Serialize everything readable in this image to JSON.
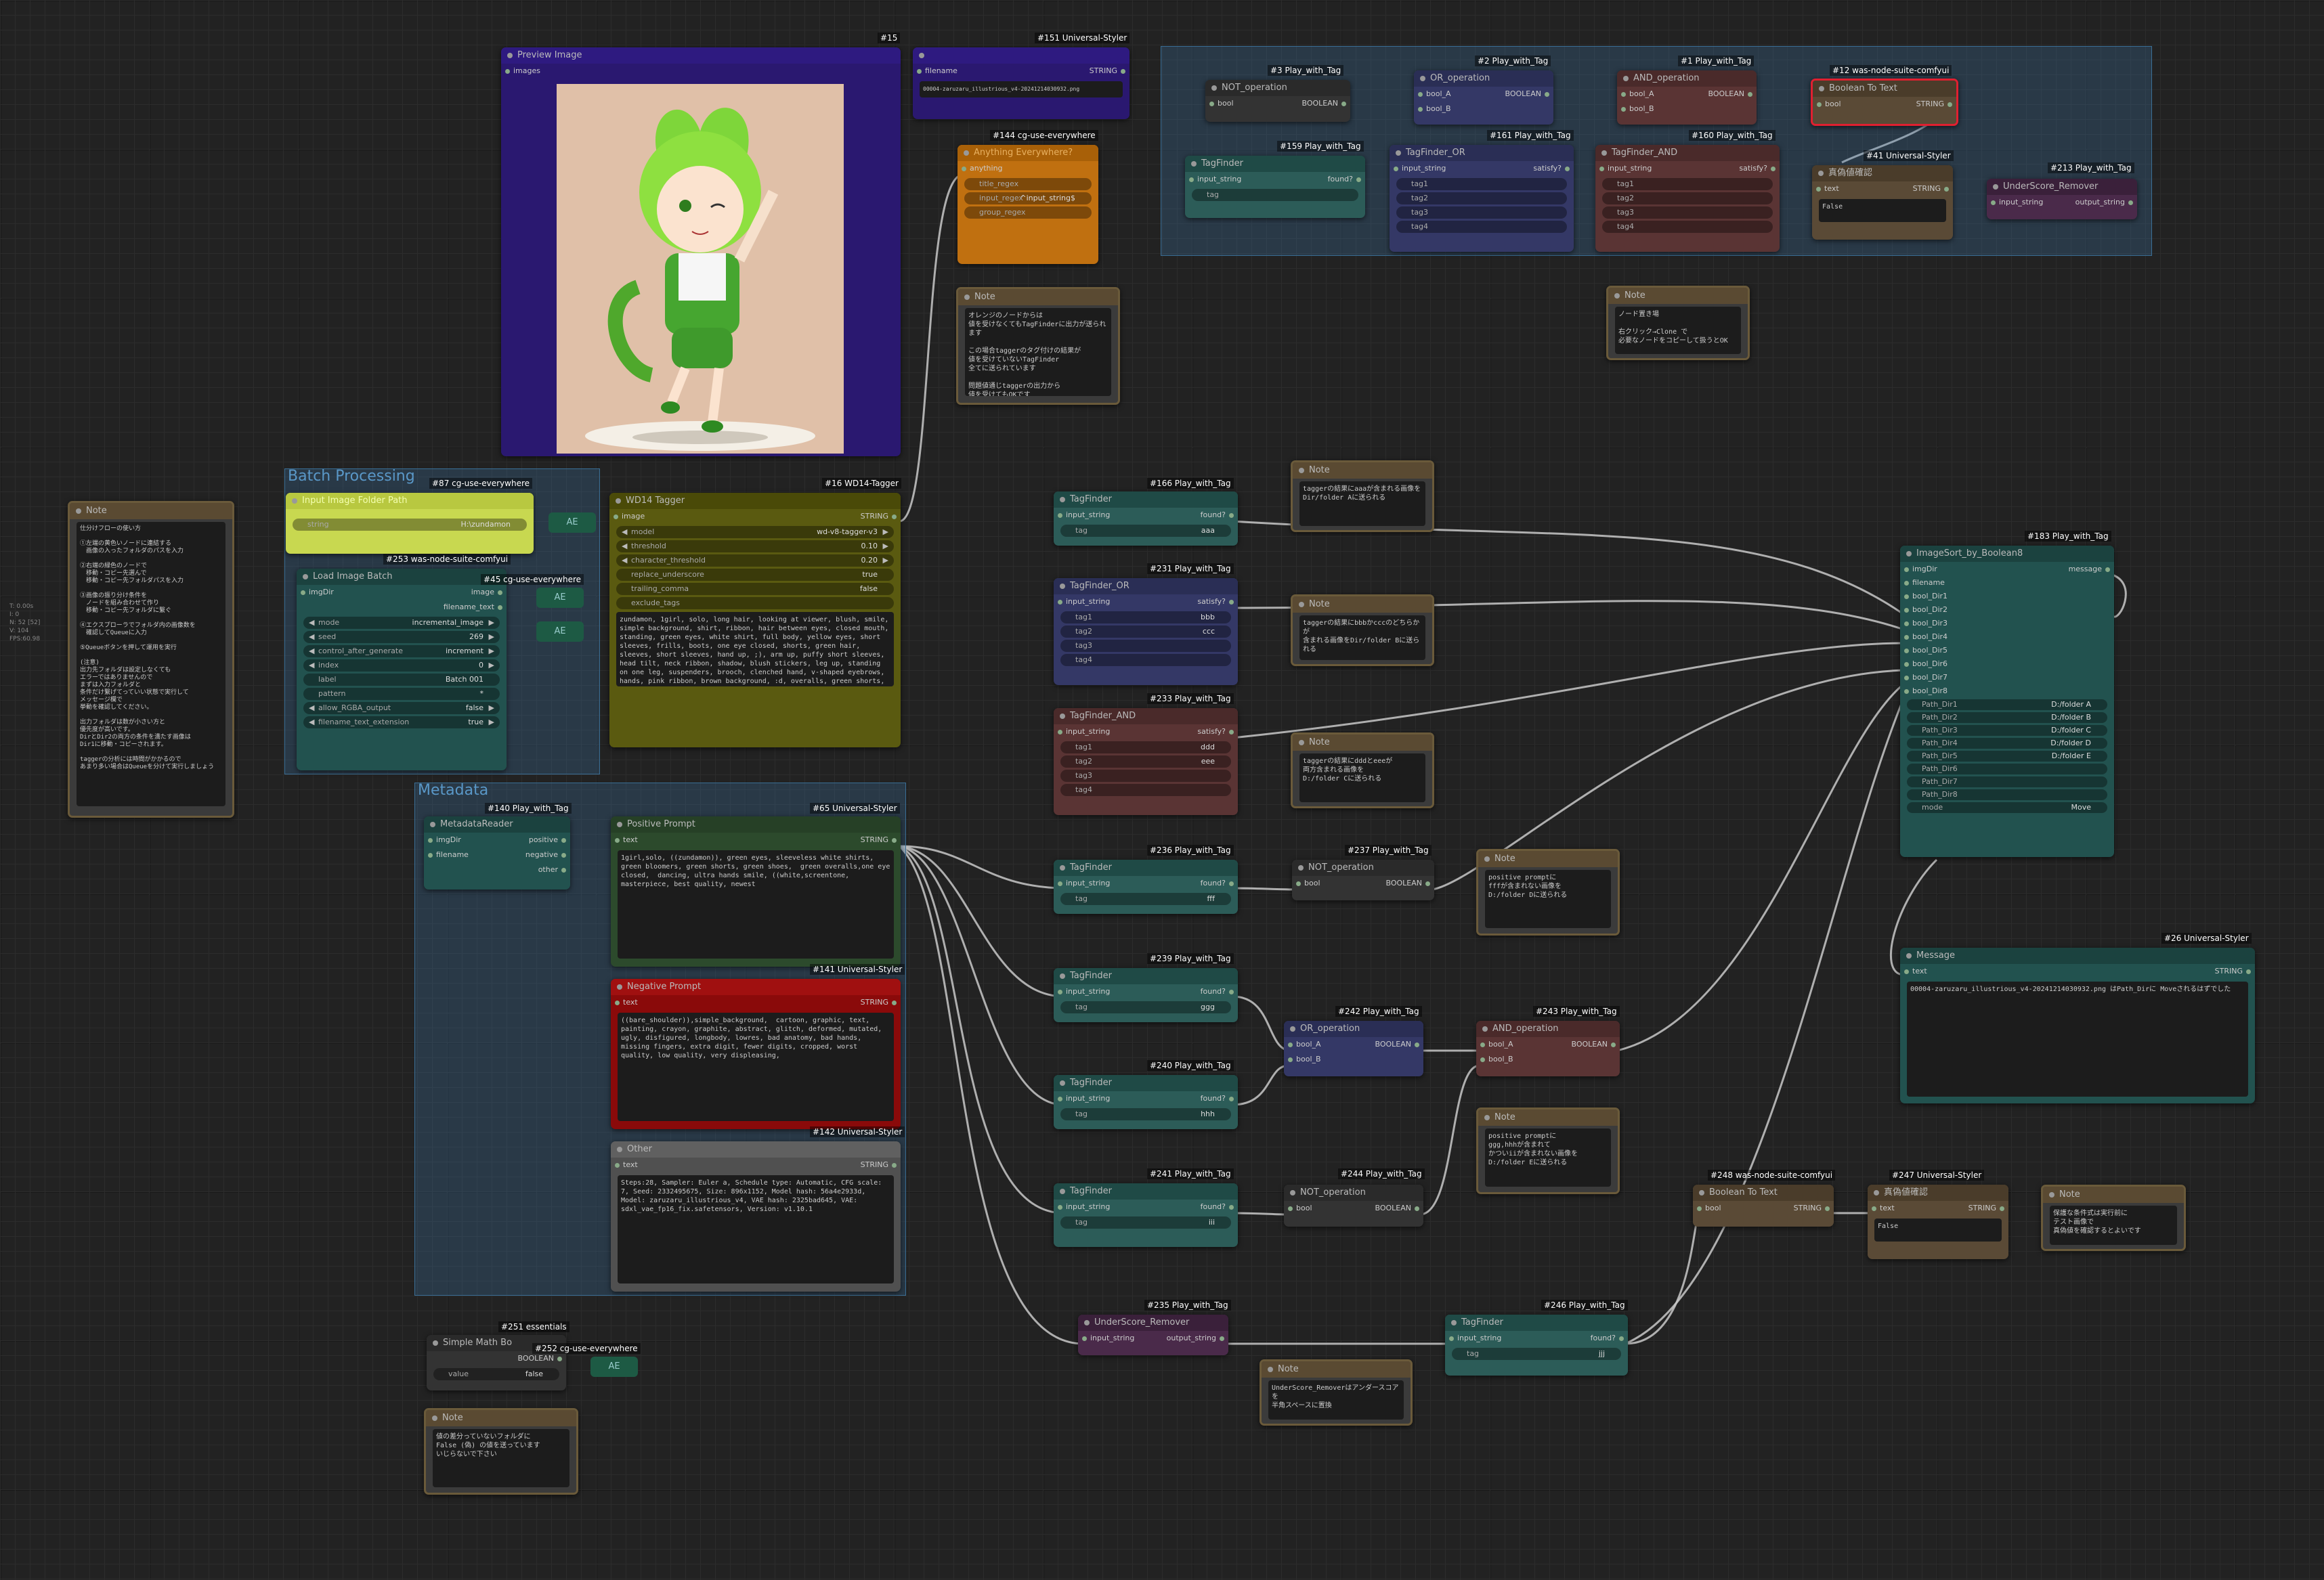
{
  "sidebar": [
    "T: 0.00s",
    "I: 0",
    "N: 52 [52]",
    "V: 104",
    "FPS:60.98"
  ],
  "groups": {
    "batch": "Batch Processing",
    "metadata": "Metadata"
  },
  "preview": {
    "title": "Preview Image",
    "badge": "#15",
    "input": "images"
  },
  "n151": {
    "badge": "#151 Universal-Styler",
    "pin": "filename",
    "type": "STRING",
    "text": "00004-zaruzaru_illustrious_v4-20241214030932.png"
  },
  "n144": {
    "badge": "#144 cg-use-everywhere",
    "title": "Anything Everywhere?",
    "in": "anything",
    "w1": "title_regex",
    "w2l": "input_regex",
    "w2v": "^input_string$",
    "w3": "group_regex"
  },
  "note_orange": {
    "title": "Note",
    "text": "オレンジのノードからは\n値を受けなくてもTagFinderに出力が送られます\n\nこの場合taggerのタグ付けの結果が\n値を受けていないTagFinder\n全てに送られています\n\n問題値通じtaggerの出力から\n値を受けてもOKです"
  },
  "n3": {
    "badge": "#3 Play_with_Tag",
    "title": "NOT_operation",
    "in": "bool",
    "out": "BOOLEAN"
  },
  "n2": {
    "badge": "#2 Play_with_Tag",
    "title": "OR_operation",
    "a": "bool_A",
    "b": "bool_B",
    "out": "BOOLEAN"
  },
  "n1": {
    "badge": "#1 Play_with_Tag",
    "title": "AND_operation",
    "a": "bool_A",
    "b": "bool_B",
    "out": "BOOLEAN"
  },
  "n12": {
    "badge": "#12 was-node-suite-comfyui",
    "title": "Boolean To Text",
    "in": "bool",
    "out": "STRING"
  },
  "n159": {
    "badge": "#159 Play_with_Tag",
    "title": "TagFinder",
    "in": "input_string",
    "out": "found?",
    "w": "tag"
  },
  "n161": {
    "badge": "#161 Play_with_Tag",
    "title": "TagFinder_OR",
    "in": "input_string",
    "out": "satisfy?",
    "tags": [
      "tag1",
      "tag2",
      "tag3",
      "tag4"
    ]
  },
  "n160": {
    "badge": "#160 Play_with_Tag",
    "title": "TagFinder_AND",
    "in": "input_string",
    "out": "satisfy?",
    "tags": [
      "tag1",
      "tag2",
      "tag3",
      "tag4"
    ]
  },
  "n41": {
    "badge": "#41 Universal-Styler",
    "title": "真偽値確認",
    "in": "text",
    "out": "STRING",
    "text": "False"
  },
  "n213": {
    "badge": "#213 Play_with_Tag",
    "title": "UnderScore_Remover",
    "in": "input_string",
    "out": "output_string"
  },
  "note_top": {
    "title": "Note",
    "text": "ノード置き場\n\n右クリック→Clone で\n必要なノードをコピーして扱うとOK"
  },
  "n87": {
    "badge": "#87 cg-use-everywhere",
    "title": "Input Image Folder Path",
    "wl": "string",
    "wv": "H:\\zundamon"
  },
  "n253": {
    "badge": "#253 was-node-suite-comfyui",
    "title": "Load Image Batch",
    "out1": "image",
    "out2": "filename_text",
    "widgets": [
      [
        "mode",
        "incremental_image"
      ],
      [
        "seed",
        "269"
      ],
      [
        "control_after_generate",
        "increment"
      ],
      [
        "index",
        "0"
      ],
      [
        "label",
        "Batch 001"
      ],
      [
        "pattern",
        "*"
      ],
      [
        "allow_RGBA_output",
        "false"
      ],
      [
        "filename_text_extension",
        "true"
      ]
    ]
  },
  "n45": {
    "badge": "#45 cg-use-everywhere"
  },
  "n16": {
    "badge": "#16 WD14-Tagger",
    "title": "WD14 Tagger",
    "in": "image",
    "out": "STRING",
    "widgets": [
      [
        "model",
        "wd-v8-tagger-v3"
      ],
      [
        "threshold",
        "0.10"
      ],
      [
        "character_threshold",
        "0.20"
      ],
      [
        "replace_underscore",
        "true"
      ],
      [
        "trailing_comma",
        "false"
      ],
      [
        "exclude_tags",
        ""
      ]
    ],
    "text": "zundamon, 1girl, solo, long hair, looking at viewer, blush, smile, simple background, shirt, ribbon, hair between eyes, closed mouth, standing, green eyes, white shirt, full body, yellow eyes, short sleeves, frills, boots, one eye closed, shorts, green hair, sleeves, short sleeves, hand up, ;), arm up, puffy short sleeves, head tilt, neck ribbon, shadow, blush stickers, leg up, standing on one leg, suspenders, brooch, clenched hand, v-shaped eyebrows, hands, pink ribbon, brown background, :d, overalls, green shorts, green footwear, suspender shorts, puffy shorts, overall shorts"
  },
  "note_left": {
    "title": "Note",
    "text": "仕分けフローの使い方\n\n①左端の黄色いノードに連結する\n　画像の入ったフォルダのパスを入力\n\n②右端の緑色のノードで\n　移動・コピー先選んで\n　移動・コピー先フォルダパスを入力\n\n③画像の振り分け条件を\n　ノードを組み合わせて作り\n　移動・コピー先フォルダに繋ぐ\n\n④エクスプローラでフォルダ内の画像数を\n　確認してQueueに入力\n\n⑤Queueボタンを押して運用を実行\n\n(注意)\n出力先フォルダは設定しなくても\nエラーではありませんので\nまずは入力フォルダと\n条件だけ繋げてっていい状態で実行して\nメッセージ欄で\n挙動を確認してください。\n\n出力フォルダは数が小さい方と\n優先度が高いです。\nDirとDir2の両方の条件を満たす画像は\nDir1に移動・コピーされます。\n\ntaggerの分析には時間がかかるので\nあまり多い場合はQueueを分けて実行しましょう"
  },
  "n140": {
    "badge": "#140 Play_with_Tag",
    "title": "MetadataReader",
    "in1": "imgDir",
    "in2": "filename",
    "outs": [
      "positive",
      "negative",
      "other"
    ]
  },
  "n65": {
    "badge": "#65 Universal-Styler",
    "title": "Positive Prompt",
    "in": "text",
    "out": "STRING",
    "text": "1girl,solo, ((zundamon)), green eyes, sleeveless white shirts, green bloomers, green shorts, green shoes,  green overalls,one eye closed,  dancing, ultra hands smile, ((white,screentone, masterpiece, best quality, newest"
  },
  "n141": {
    "badge": "#141 Universal-Styler",
    "title": "Negative Prompt",
    "in": "text",
    "out": "STRING",
    "text": "((bare_shoulder)),simple_background,  cartoon, graphic, text, painting, crayon, graphite, abstract, glitch, deformed, mutated, ugly, disfigured, longbody, lowres, bad anatomy, bad hands, missing fingers, extra digit, fewer digits, cropped, worst quality, low quality, very displeasing,"
  },
  "n142": {
    "badge": "#142 Universal-Styler",
    "title": "Other",
    "in": "text",
    "out": "STRING",
    "text": "Steps:28, Sampler: Euler a, Schedule type: Automatic, CFG scale: 7, Seed: 2332495675, Size: 896x1152, Model hash: 56a4e2933d, Model: zaruzaru_illustrious_v4, VAE hash: 2325bad645, VAE: sdxl_vae_fp16_fix.safetensors, Version: v1.10.1"
  },
  "n166": {
    "badge": "#166 Play_with_Tag",
    "title": "TagFinder",
    "in": "input_string",
    "out": "found?",
    "wl": "tag",
    "wv": "aaa"
  },
  "n231": {
    "badge": "#231 Play_with_Tag",
    "title": "TagFinder_OR",
    "in": "input_string",
    "out": "satisfy?",
    "tags": [
      [
        "tag1",
        "bbb"
      ],
      [
        "tag2",
        "ccc"
      ],
      [
        "tag3",
        ""
      ],
      [
        "tag4",
        ""
      ]
    ]
  },
  "n233": {
    "badge": "#233 Play_with_Tag",
    "title": "TagFinder_AND",
    "in": "input_string",
    "out": "satisfy?",
    "tags": [
      [
        "tag1",
        "ddd"
      ],
      [
        "tag2",
        "eee"
      ],
      [
        "tag3",
        ""
      ],
      [
        "tag4",
        ""
      ]
    ]
  },
  "note_a": {
    "title": "Note",
    "text": "taggerの結果にaaaが含まれる画像をDir/folder Aに送られる"
  },
  "note_b": {
    "title": "Note",
    "text": "taggerの結果にbbbかcccのどちらかが\n含まれる画像をDir/folder Bに送られる"
  },
  "note_c": {
    "title": "Note",
    "text": "taggerの結果にdddとeeeが\n両方含まれる画像を\nD:/folder Cに送られる"
  },
  "n183": {
    "badge": "#183 Play_with_Tag",
    "title": "ImageSort_by_Boolean8",
    "out": "message",
    "ins": [
      "imgDir",
      "filename",
      "bool_Dir1",
      "bool_Dir2",
      "bool_Dir3",
      "bool_Dir4",
      "bool_Dir5",
      "bool_Dir6",
      "bool_Dir7",
      "bool_Dir8"
    ],
    "paths": [
      [
        "Path_Dir1",
        "D:/folder A"
      ],
      [
        "Path_Dir2",
        "D:/folder B"
      ],
      [
        "Path_Dir3",
        "D:/folder C"
      ],
      [
        "Path_Dir4",
        "D:/folder D"
      ],
      [
        "Path_Dir5",
        "D:/folder E"
      ],
      [
        "Path_Dir6",
        ""
      ],
      [
        "Path_Dir7",
        ""
      ],
      [
        "Path_Dir8",
        ""
      ],
      [
        "mode",
        "Move"
      ]
    ]
  },
  "n236": {
    "badge": "#236 Play_with_Tag",
    "title": "TagFinder",
    "in": "input_string",
    "out": "found?",
    "wl": "tag",
    "wv": "fff"
  },
  "n237": {
    "badge": "#237 Play_with_Tag",
    "title": "NOT_operation",
    "in": "bool",
    "out": "BOOLEAN"
  },
  "note_d": {
    "title": "Note",
    "text": "positive promptに\nfffが含まれない画像を\nD:/folder Dに送られる"
  },
  "n26": {
    "badge": "#26 Universal-Styler",
    "title": "Message",
    "in": "text",
    "out": "STRING",
    "text": "00004-zaruzaru_illustrious_v4-20241214030932.png はPath_Dirに Moveされるはずでした"
  },
  "n239": {
    "badge": "#239 Play_with_Tag",
    "title": "TagFinder",
    "in": "input_string",
    "out": "found?",
    "wl": "tag",
    "wv": "ggg"
  },
  "n242": {
    "badge": "#242 Play_with_Tag",
    "title": "OR_operation",
    "a": "bool_A",
    "b": "bool_B",
    "out": "BOOLEAN"
  },
  "n243": {
    "badge": "#243 Play_with_Tag",
    "title": "AND_operation",
    "a": "bool_A",
    "b": "bool_B",
    "out": "BOOLEAN"
  },
  "n240": {
    "badge": "#240 Play_with_Tag",
    "title": "TagFinder",
    "in": "input_string",
    "out": "found?",
    "wl": "tag",
    "wv": "hhh"
  },
  "note_e": {
    "title": "Note",
    "text": "positive promptに\nggg,hhhが含まれて\nかついiiが含まれない画像を\nD:/folder Eに送られる"
  },
  "n241": {
    "badge": "#241 Play_with_Tag",
    "title": "TagFinder",
    "in": "input_string",
    "out": "found?",
    "wl": "tag",
    "wv": "iii"
  },
  "n244": {
    "badge": "#244 Play_with_Tag",
    "title": "NOT_operation",
    "in": "bool",
    "out": "BOOLEAN"
  },
  "n248": {
    "badge": "#248 was-node-suite-comfyui",
    "title": "Boolean To Text",
    "in": "bool",
    "out": "STRING"
  },
  "n247": {
    "badge": "#247 Universal-Styler",
    "title": "真偽値確認",
    "in": "text",
    "out": "STRING",
    "text": "False"
  },
  "note_f": {
    "title": "Note",
    "text": "保護な条件式は実行前に\nテスト画像で\n真偽値を確認するとよいです"
  },
  "n235": {
    "badge": "#235 Play_with_Tag",
    "title": "UnderScore_Remover",
    "in": "input_string",
    "out": "output_string"
  },
  "n246": {
    "badge": "#246 Play_with_Tag",
    "title": "TagFinder",
    "in": "input_string",
    "out": "found?",
    "wl": "tag",
    "wv": "jjj"
  },
  "note_g": {
    "title": "Note",
    "text": "UnderScore_Removerはアンダースコアを\n半角スペースに置換"
  },
  "n251": {
    "badge": "#251 essentials",
    "title": "Simple Math Bo",
    "out": "BOOLEAN",
    "wl": "value",
    "wv": "false"
  },
  "n252": {
    "badge": "#252 cg-use-everywhere"
  },
  "note_h": {
    "title": "Note",
    "text": "値の差分っていないフォルダに\nFalse (偽) の値を送っています\nいじらないで下さい"
  },
  "ae": "AE"
}
